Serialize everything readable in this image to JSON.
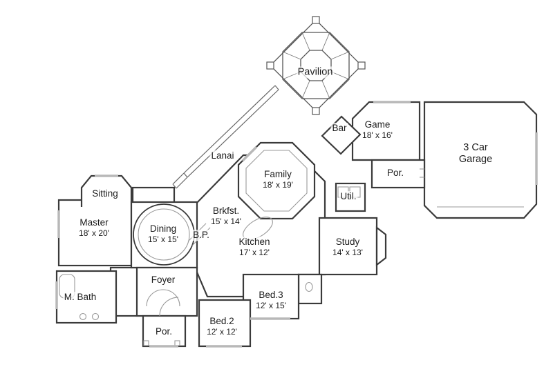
{
  "colors": {
    "wall": "#3a3a3a",
    "line-light": "#999999",
    "text": "#1c1c1c",
    "bg": "#ffffff"
  },
  "plan": {
    "rooms": [
      {
        "id": "pavilion",
        "name": "Pavilion",
        "dims": ""
      },
      {
        "id": "bar",
        "name": "Bar",
        "dims": ""
      },
      {
        "id": "game",
        "name": "Game",
        "dims": "18' x 16'"
      },
      {
        "id": "garage",
        "name": "3 Car\nGarage",
        "dims": ""
      },
      {
        "id": "lanai",
        "name": "Lanai",
        "dims": ""
      },
      {
        "id": "family",
        "name": "Family",
        "dims": "18' x 19'"
      },
      {
        "id": "porch-rear",
        "name": "Por.",
        "dims": ""
      },
      {
        "id": "sitting",
        "name": "Sitting",
        "dims": ""
      },
      {
        "id": "util",
        "name": "Util.",
        "dims": ""
      },
      {
        "id": "master",
        "name": "Master",
        "dims": "18' x 20'"
      },
      {
        "id": "dining",
        "name": "Dining",
        "dims": "15' x 15'"
      },
      {
        "id": "brkfst",
        "name": "Brkfst.",
        "dims": "15' x 14'"
      },
      {
        "id": "bp",
        "name": "B.P.",
        "dims": ""
      },
      {
        "id": "kitchen",
        "name": "Kitchen",
        "dims": "17' x 12'"
      },
      {
        "id": "study",
        "name": "Study",
        "dims": "14' x 13'"
      },
      {
        "id": "foyer",
        "name": "Foyer",
        "dims": ""
      },
      {
        "id": "mbath",
        "name": "M. Bath",
        "dims": ""
      },
      {
        "id": "bed3",
        "name": "Bed.3",
        "dims": "12' x 15'"
      },
      {
        "id": "bed2",
        "name": "Bed.2",
        "dims": "12' x 12'"
      },
      {
        "id": "porch-front",
        "name": "Por.",
        "dims": ""
      }
    ]
  }
}
